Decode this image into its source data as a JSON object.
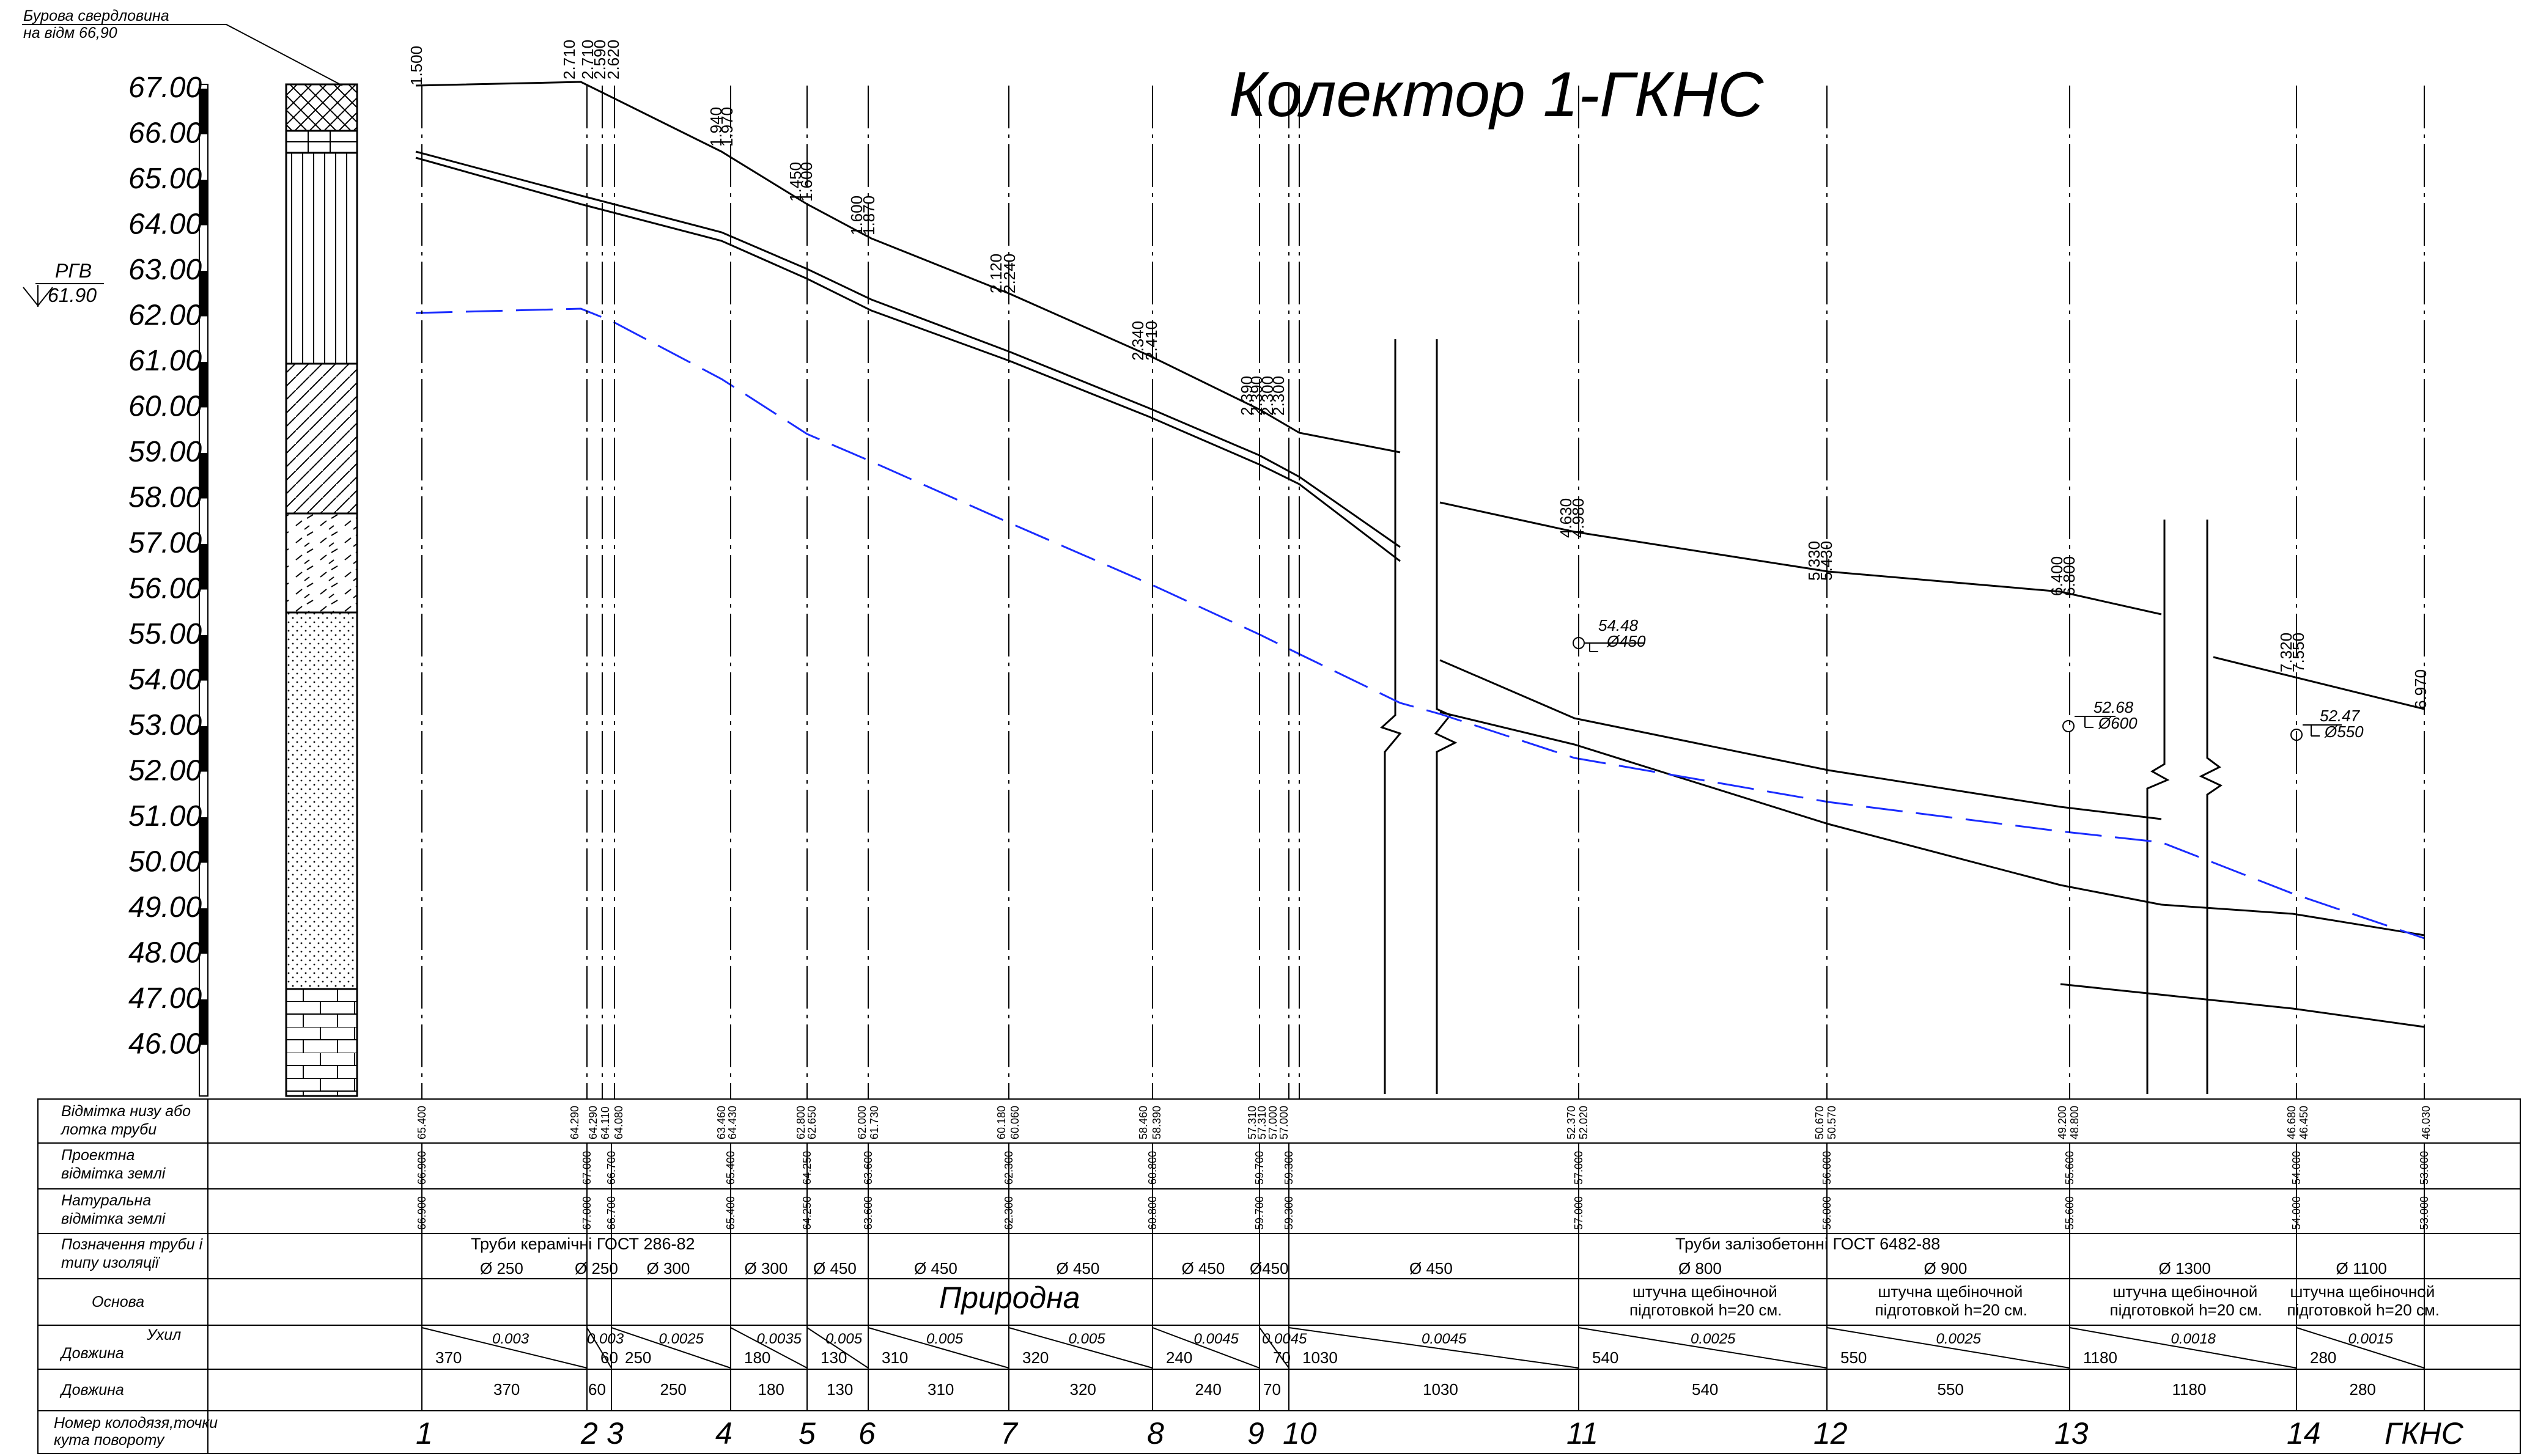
{
  "title": "Колектор 1-ГКНС",
  "borehole": {
    "line1": "Бурова свердловина",
    "line2": "на відм 66,90"
  },
  "groundwater": {
    "label": "РГВ",
    "value": "61.90"
  },
  "scale_labels": [
    "67.00",
    "66.00",
    "65.00",
    "64.00",
    "63.00",
    "62.00",
    "61.00",
    "60.00",
    "59.00",
    "58.00",
    "57.00",
    "56.00",
    "55.00",
    "54.00",
    "53.00",
    "52.00",
    "51.00",
    "50.00",
    "49.00",
    "48.00",
    "47.00",
    "46.00"
  ],
  "row_labels": {
    "invert_1": "Відмітка низу або",
    "invert_2": "лотка труби",
    "design_1": "Проектна",
    "design_2": "відмітка землі",
    "natural_1": "Натуральна",
    "natural_2": "відмітка землі",
    "pipe_1": "Позначення труби і",
    "pipe_2": "типу изоляції",
    "base": "Основа",
    "slope": "Ухил",
    "slope_length": "Довжина",
    "length": "Довжина",
    "num_1": "Номер колодязя,точки",
    "num_2": "кута повороту"
  },
  "base_natural": "Природна",
  "pipe_groups": {
    "ceramic": "Труби керамічні ГОСТ 286-82",
    "concrete": "Труби залізобетонні ГОСТ 6482-88"
  },
  "crushed_stone_1": "штучна щебіночной",
  "crushed_stone_2": "підготовкой h=20 см.",
  "diameters": [
    "Ø 250",
    "Ø 250",
    "Ø 300",
    "Ø 300",
    "Ø 450",
    "Ø 450",
    "Ø 450",
    "Ø 450",
    "Ø450",
    "Ø 450",
    "Ø 800",
    "Ø 900",
    "Ø 1300",
    "Ø 1100"
  ],
  "wells": [
    "1",
    "2",
    "3",
    "4",
    "5",
    "6",
    "7",
    "8",
    "9",
    "10",
    "11",
    "12",
    "13",
    "14",
    "ГКНС"
  ],
  "depth_labels": [
    [
      "1.500"
    ],
    [
      "2.710",
      "2.710",
      "2.590",
      "2.620"
    ],
    [
      "1.940",
      "1.970"
    ],
    [
      "1.450",
      "1.600"
    ],
    [
      "1.600",
      "1.870"
    ],
    [
      "2.120",
      "2.240"
    ],
    [
      "2.340",
      "2.410"
    ],
    [
      "2.390",
      "2.390",
      "2.300",
      "2.300"
    ],
    [
      "4.630",
      "4.980"
    ],
    [
      "5.330",
      "5.430"
    ],
    [
      "6.400",
      "6.800"
    ],
    [
      "7.320",
      "7.550"
    ],
    [
      "6.970"
    ]
  ],
  "invert_values": [
    [
      "65.400"
    ],
    [
      "64.290",
      "64.290",
      "64.110",
      "64.080"
    ],
    [
      "63.460",
      "64.430"
    ],
    [
      "62.800",
      "62.650"
    ],
    [
      "62.000",
      "61.730"
    ],
    [
      "60.180",
      "60.060"
    ],
    [
      "58.460",
      "58.390"
    ],
    [
      "57.310",
      "57.310",
      "57.000",
      "57.000"
    ],
    [
      "52.370",
      "52.020"
    ],
    [
      "50.670",
      "50.570"
    ],
    [
      "49.200",
      "48.800"
    ],
    [
      "46.680",
      "46.450"
    ],
    [
      "46.030"
    ]
  ],
  "design_values": [
    "66.900",
    "67.000",
    "66.700",
    "65.400",
    "64.250",
    "63.600",
    "62.300",
    "60.800",
    "59.700",
    "59.300",
    "57.000",
    "56.000",
    "55.600",
    "54.000",
    "53.000"
  ],
  "natural_values": [
    "66.900",
    "67.000",
    "66.700",
    "65.400",
    "64.250",
    "63.600",
    "62.300",
    "60.800",
    "59.700",
    "59.300",
    "57.000",
    "56.000",
    "55.600",
    "54.000",
    "53.000"
  ],
  "slopes": [
    "0.003",
    "0.003",
    "0.0025",
    "0.0035",
    "0.005",
    "0.005",
    "0.005",
    "0.0045",
    "0.0045",
    "0.0045",
    "0.0025",
    "0.0025",
    "0.0018",
    "0.0015"
  ],
  "lengths": [
    "370",
    "60",
    "250",
    "180",
    "130",
    "310",
    "320",
    "240",
    "70",
    "1030",
    "540",
    "550",
    "1180",
    "280"
  ],
  "crossings": [
    {
      "elev": "54.48",
      "dia": "Ø450"
    },
    {
      "elev": "52.68",
      "dia": "Ø600"
    },
    {
      "elev": "52.47",
      "dia": "Ø550"
    }
  ],
  "legend_colors": {
    "line": "#000000",
    "water": "#1a2cff"
  }
}
